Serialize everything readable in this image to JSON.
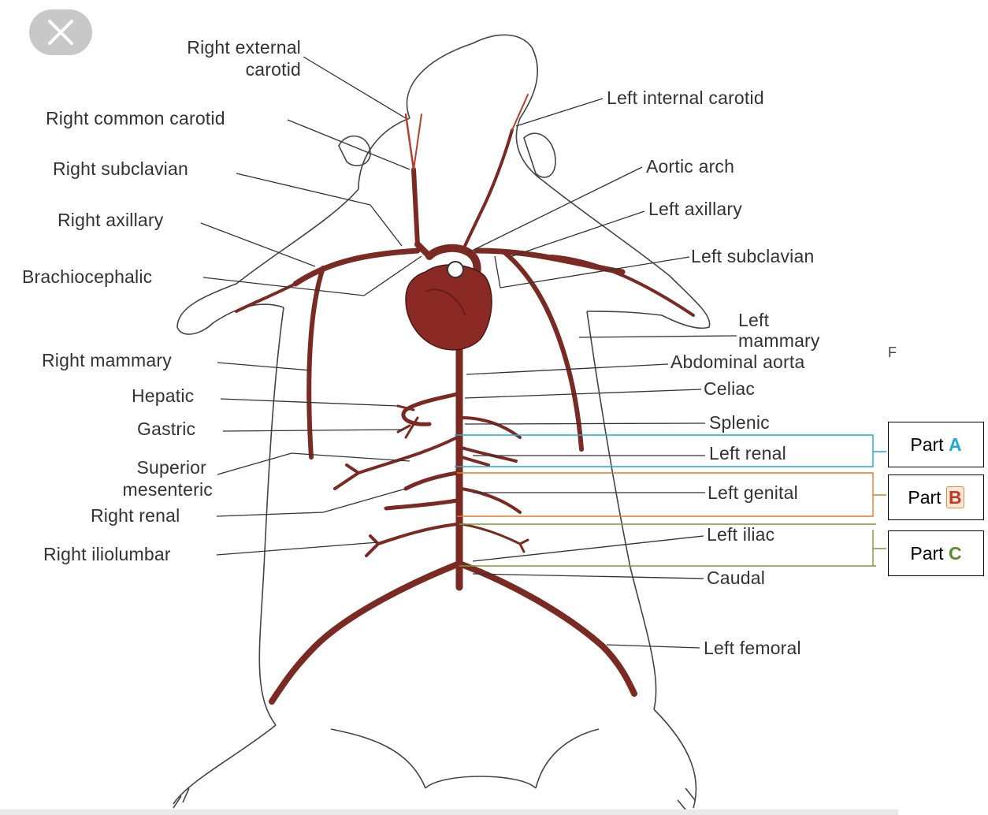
{
  "ui": {
    "close_icon": "close-icon"
  },
  "labels": {
    "right_external_carotid": [
      "Right external",
      "carotid"
    ],
    "right_common_carotid": "Right common carotid",
    "right_subclavian": "Right subclavian",
    "right_axillary": "Right axillary",
    "brachiocephalic": "Brachiocephalic",
    "right_mammary": "Right mammary",
    "hepatic": "Hepatic",
    "gastric": "Gastric",
    "superior_mesenteric": [
      "Superior",
      "mesenteric"
    ],
    "right_renal": "Right renal",
    "right_iliolumbar": "Right iliolumbar",
    "left_internal_carotid": "Left internal carotid",
    "aortic_arch": "Aortic arch",
    "left_axillary": "Left axillary",
    "left_subclavian": "Left subclavian",
    "left_mammary": [
      "Left",
      "mammary"
    ],
    "abdominal_aorta": "Abdominal aorta",
    "celiac": "Celiac",
    "splenic": "Splenic",
    "left_renal": "Left renal",
    "left_genital": "Left genital",
    "left_iliac": "Left iliac",
    "caudal": "Caudal",
    "left_femoral": "Left femoral",
    "stray_mark": "F"
  },
  "parts": [
    {
      "prefix": "Part ",
      "letter": "A",
      "color": "#23a6d9"
    },
    {
      "prefix": "Part ",
      "letter": "B",
      "color": "#c0392b"
    },
    {
      "prefix": "Part ",
      "letter": "C",
      "color": "#5a8a2a"
    }
  ],
  "colors": {
    "artery": "#7a2a22",
    "heart": "#8b2a25",
    "outline": "#444444",
    "leader": "#333333"
  }
}
